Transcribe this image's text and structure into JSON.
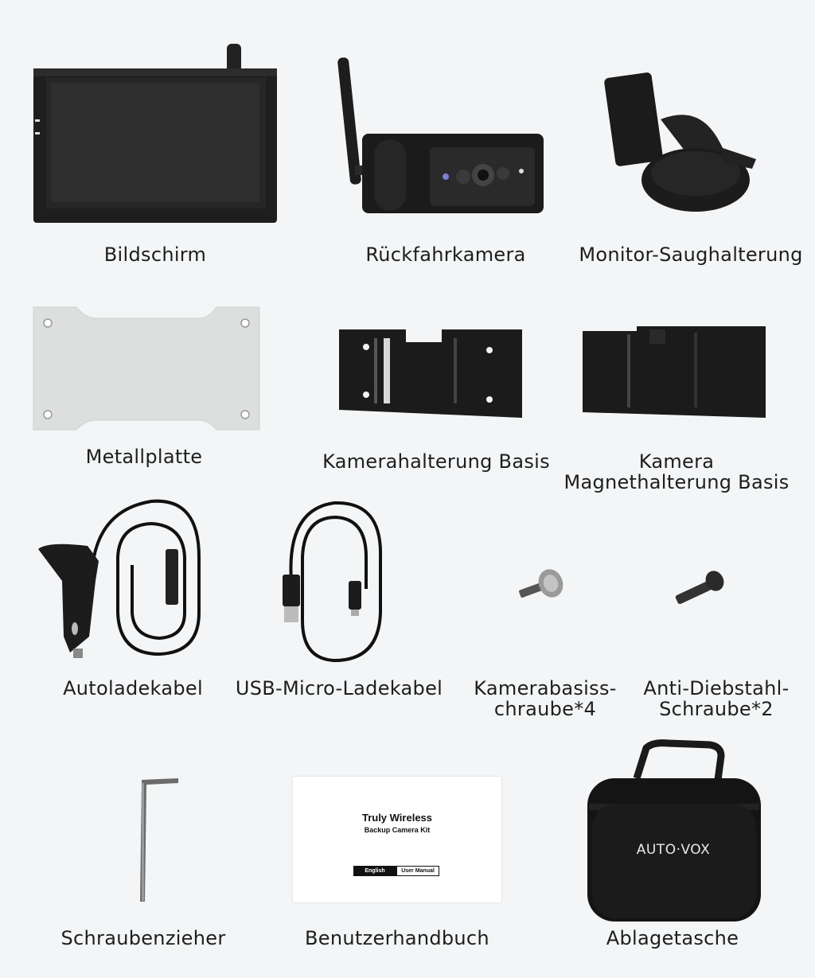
{
  "items": {
    "monitor": {
      "label": "Bildschirm"
    },
    "camera": {
      "label": "Rückfahrkamera"
    },
    "suction_mount": {
      "label": "Monitor-Saughalterung"
    },
    "metal_plate": {
      "label": "Metallplatte"
    },
    "camera_base": {
      "label": "Kamerahalterung Basis"
    },
    "magnet_base": {
      "line1": "Kamera",
      "line2": "Magnethalterung Basis"
    },
    "car_charger": {
      "label": "Autoladekabel"
    },
    "usb_cable": {
      "label": "USB-Micro-Ladekabel"
    },
    "base_screw": {
      "line1": "Kamerabasiss-",
      "line2": "chraube*4"
    },
    "antitheft_screw": {
      "line1": "Anti-Diebstahl-",
      "line2": "Schraube*2"
    },
    "screwdriver": {
      "label": "Schraubenzieher"
    },
    "manual": {
      "label": "Benutzerhandbuch",
      "title": "Truly Wireless",
      "subtitle": "Backup Camera Kit",
      "lang": "English",
      "doc": "User Manual"
    },
    "case": {
      "label": "Ablagetasche",
      "brand": "AUTO·VOX"
    }
  },
  "colors": {
    "background": "#f3f5f6",
    "product_black": "#1a1a1a",
    "plate_gray": "#dadcdc"
  }
}
